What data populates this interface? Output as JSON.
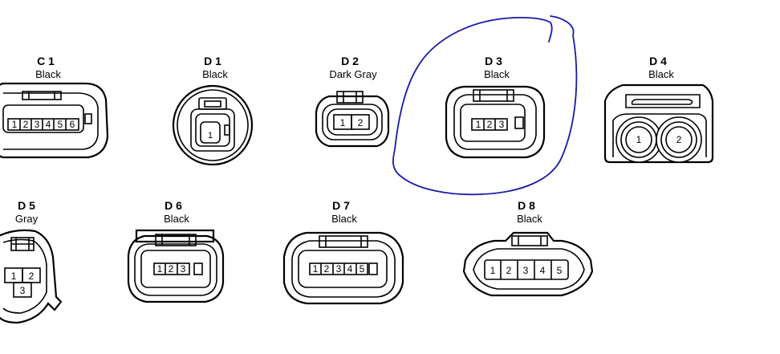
{
  "connectors": [
    {
      "id": "C 1",
      "color": "Black",
      "pins": [
        "1",
        "2",
        "3",
        "4",
        "5",
        "6"
      ]
    },
    {
      "id": "D 1",
      "color": "Black",
      "pins": [
        "1"
      ]
    },
    {
      "id": "D 2",
      "color": "Dark Gray",
      "pins": [
        "1",
        "2"
      ]
    },
    {
      "id": "D 3",
      "color": "Black",
      "pins": [
        "1",
        "2",
        "3"
      ],
      "circled": true
    },
    {
      "id": "D 4",
      "color": "Black",
      "pins": [
        "1",
        "2"
      ]
    },
    {
      "id": "D 5",
      "color": "Gray",
      "pins": [
        "1",
        "2",
        "3"
      ]
    },
    {
      "id": "D 6",
      "color": "Black",
      "pins": [
        "1",
        "2",
        "3"
      ]
    },
    {
      "id": "D 7",
      "color": "Black",
      "pins": [
        "1",
        "2",
        "3",
        "4",
        "5"
      ]
    },
    {
      "id": "D 8",
      "color": "Black",
      "pins": [
        "1",
        "2",
        "3",
        "4",
        "5"
      ]
    }
  ],
  "colors": {
    "line": "#000000",
    "annotation_ink": "#1a1aa6",
    "background": "#ffffff"
  }
}
